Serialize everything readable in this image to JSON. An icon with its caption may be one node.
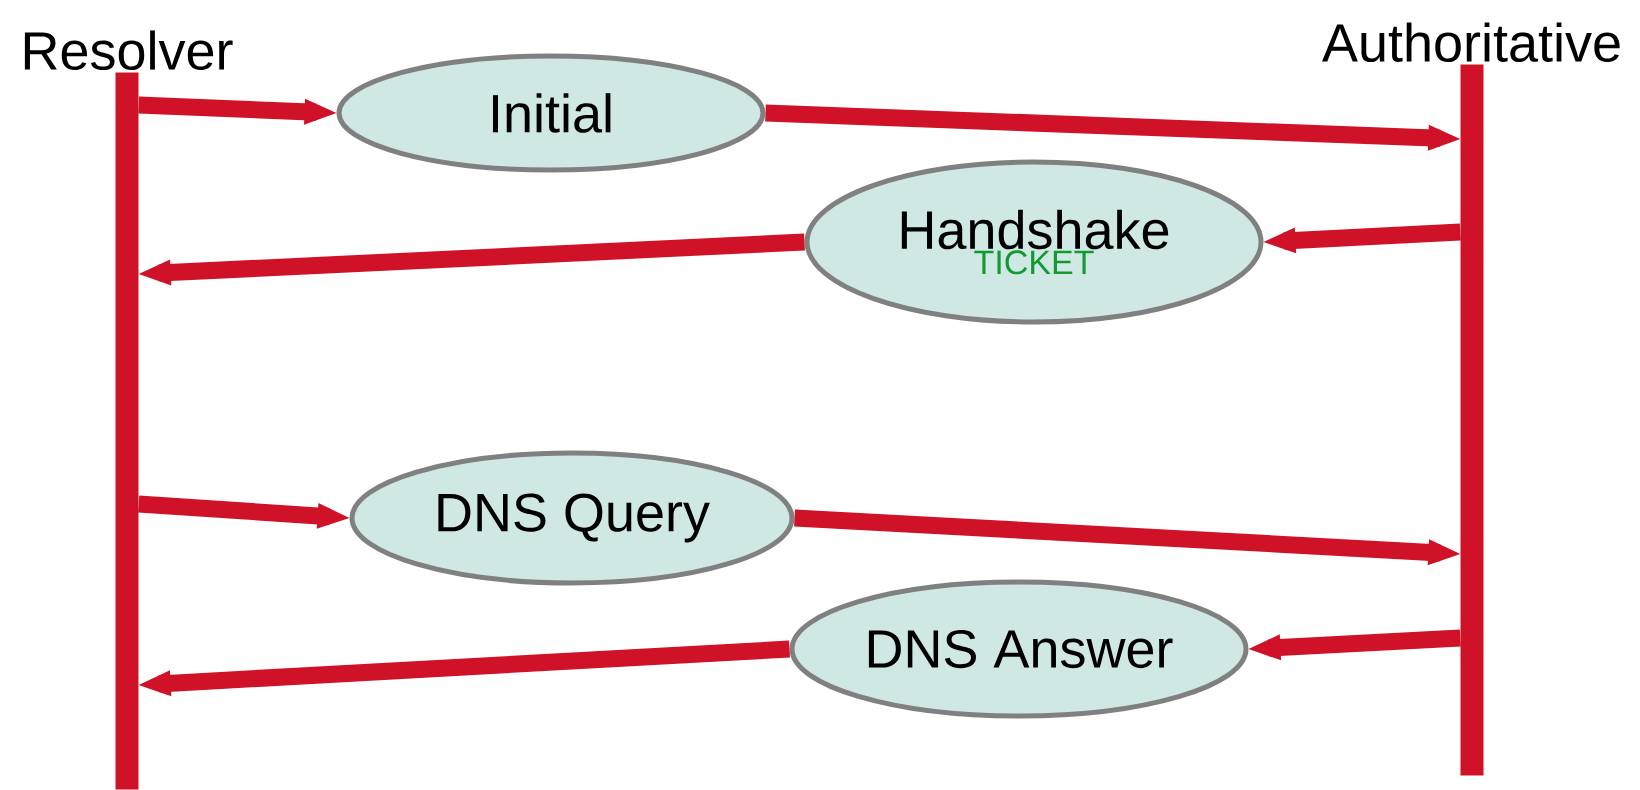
{
  "diagram": {
    "nodes": [
      {
        "text": [
          "Resolver"
        ]
      },
      {
        "text": [
          "Authoritative"
        ]
      },
      {
        "text": [
          "Initial"
        ]
      },
      {
        "text": [
          "Handshake",
          "TICKET"
        ]
      },
      {
        "text": [
          "DNS Query"
        ]
      },
      {
        "text": [
          "DNS Answer"
        ]
      }
    ],
    "edges": [
      {
        "from": 0,
        "to": 2,
        "arrow": "to"
      },
      {
        "from": 2,
        "to": 1,
        "arrow": "to"
      },
      {
        "from": 1,
        "to": 3,
        "arrow": "to"
      },
      {
        "from": 3,
        "to": 0,
        "arrow": "to"
      },
      {
        "from": 0,
        "to": 4,
        "arrow": "to"
      },
      {
        "from": 4,
        "to": 1,
        "arrow": "to"
      },
      {
        "from": 1,
        "to": 5,
        "arrow": "to"
      },
      {
        "from": 5,
        "to": 0,
        "arrow": "to"
      }
    ]
  }
}
